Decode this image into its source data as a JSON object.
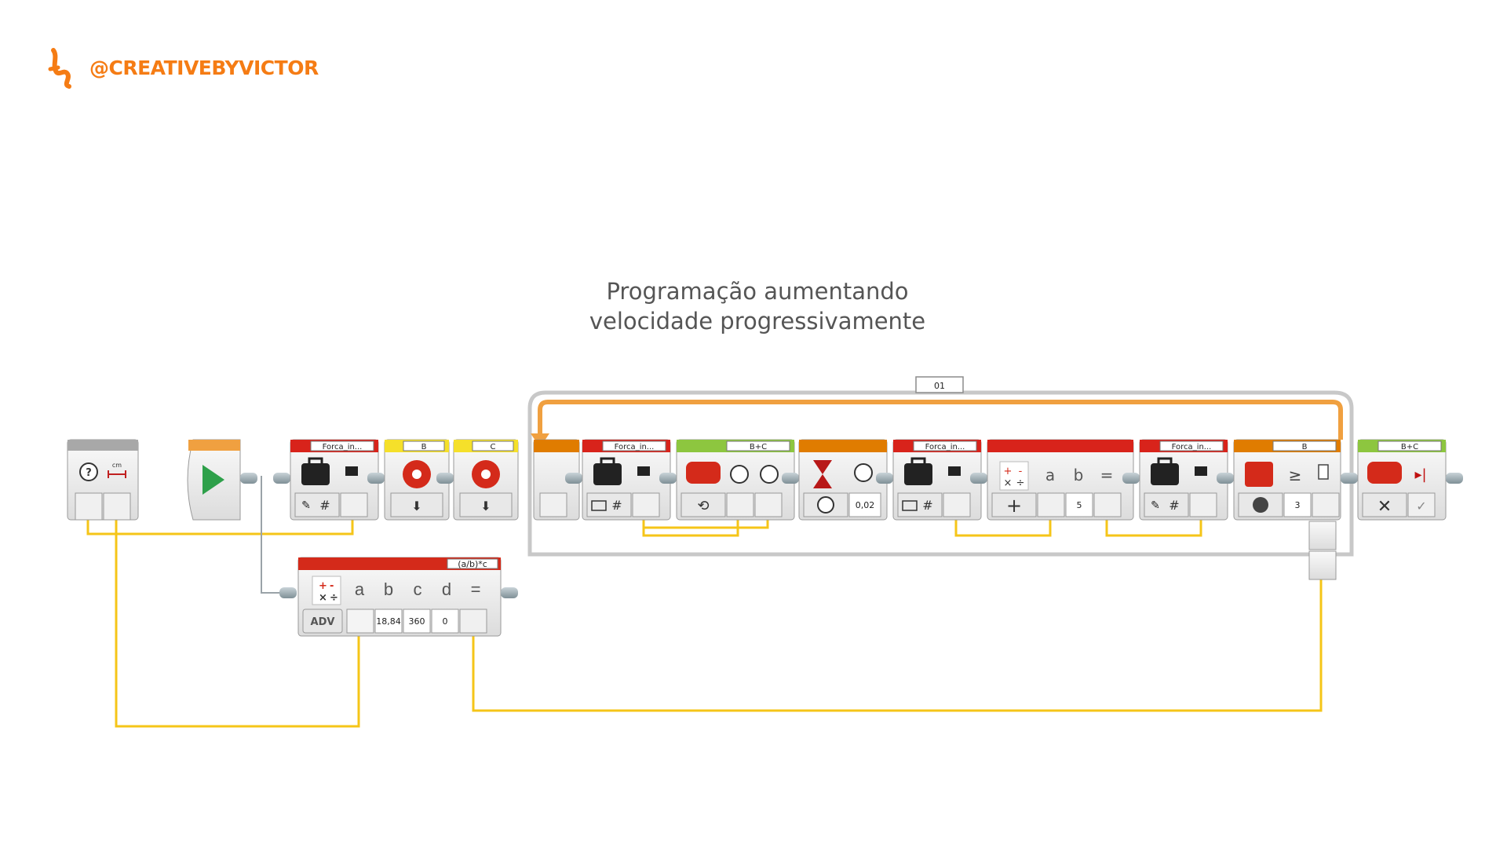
{
  "brand": {
    "handle": "@CREATIVEBYVICTOR"
  },
  "title": {
    "line1": "Programação aumentando",
    "line2": "velocidade progressivamente"
  },
  "colors": {
    "brand": "#f57c14",
    "wire": "#f5c518",
    "loop": "#f0a040",
    "flow": "#e07c00",
    "sensor": "#d42a1a",
    "motor": "#8dc63f",
    "action": "#f5e02a",
    "data": "#d8231b"
  },
  "loop": {
    "name": "01"
  },
  "blocks": {
    "var1": {
      "name": "Forca_in..."
    },
    "motor_b": {
      "port": "B"
    },
    "motor_c": {
      "port": "C"
    },
    "var2": {
      "name": "Forca_in..."
    },
    "tank": {
      "ports": "B+C"
    },
    "wait": {
      "seconds": "0,02"
    },
    "var3": {
      "name": "Forca_in..."
    },
    "math1": {
      "param_a": "a",
      "param_b": "b",
      "equals": "=",
      "b_value": "5"
    },
    "var4": {
      "name": "Forca_in..."
    },
    "compare": {
      "port": "B",
      "operator": "≥",
      "threshold": "3"
    },
    "stop": {
      "ports": "B+C"
    },
    "math2": {
      "expression": "(a/b)*c",
      "mode": "ADV",
      "param_a": "a",
      "param_b": "b",
      "param_c": "c",
      "param_d": "d",
      "equals": "=",
      "b_value": "18,84",
      "c_value": "360",
      "d_value": "0"
    }
  }
}
